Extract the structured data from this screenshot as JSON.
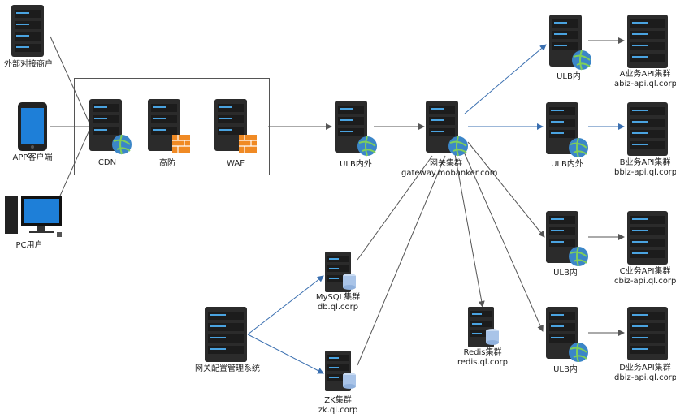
{
  "nodes": {
    "external_merchant": {
      "label": "外部对接商户"
    },
    "app_client": {
      "label": "APP客户端"
    },
    "pc_user": {
      "label": "PC用户"
    },
    "cdn": {
      "label": "CDN"
    },
    "gaofang": {
      "label": "高防"
    },
    "waf": {
      "label": "WAF"
    },
    "ulb_outer": {
      "label": "ULB内外"
    },
    "gateway": {
      "label": "网关集群",
      "sublabel": "gateway.mobanker.com"
    },
    "ulb_a": {
      "label": "ULB内"
    },
    "ulb_b": {
      "label": "ULB内外"
    },
    "ulb_c": {
      "label": "ULB内"
    },
    "ulb_d": {
      "label": "ULB内"
    },
    "biz_a": {
      "label": "A业务API集群",
      "sublabel": "abiz-api.ql.corp"
    },
    "biz_b": {
      "label": "B业务API集群",
      "sublabel": "bbiz-api.ql.corp"
    },
    "biz_c": {
      "label": "C业务API集群",
      "sublabel": "cbiz-api.ql.corp"
    },
    "biz_d": {
      "label": "D业务API集群",
      "sublabel": "dbiz-api.ql.corp"
    },
    "mysql": {
      "label": "MySQL集群",
      "sublabel": "db.ql.corp"
    },
    "zk": {
      "label": "ZK集群",
      "sublabel": "zk.ql.corp"
    },
    "redis": {
      "label": "Redis集群",
      "sublabel": "redis.ql.corp"
    },
    "config_sys": {
      "label": "网关配置管理系统"
    }
  },
  "colors": {
    "edge_blue": "#3a6fb0",
    "edge_gray": "#555555",
    "server_body": "#2b2b2b",
    "server_light": "#4aa3e0",
    "globe": "#3b86c8",
    "firewall": "#f08a24",
    "db": "#a9c4e8"
  }
}
